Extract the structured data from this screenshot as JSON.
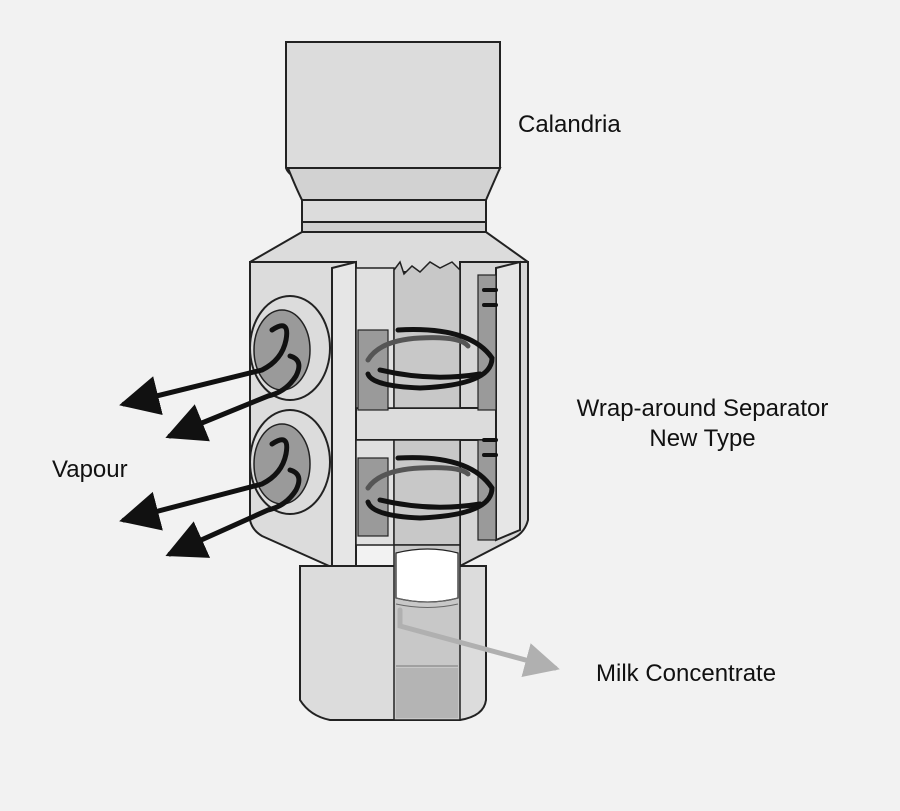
{
  "labels": {
    "calandria": "Calandria",
    "separator_line1": "Wrap-around Separator",
    "separator_line2": "New Type",
    "vapour": "Vapour",
    "milk": "Milk Concentrate"
  },
  "colors": {
    "background": "#f2f2f2",
    "light_fill": "#dcdcdc",
    "mid_fill": "#c4c4c4",
    "dark_fill": "#9a9a9a",
    "outline": "#222222",
    "coil": "#111111",
    "concentrate_arrow": "#b0b0b0",
    "liquid": "#ffffff"
  }
}
